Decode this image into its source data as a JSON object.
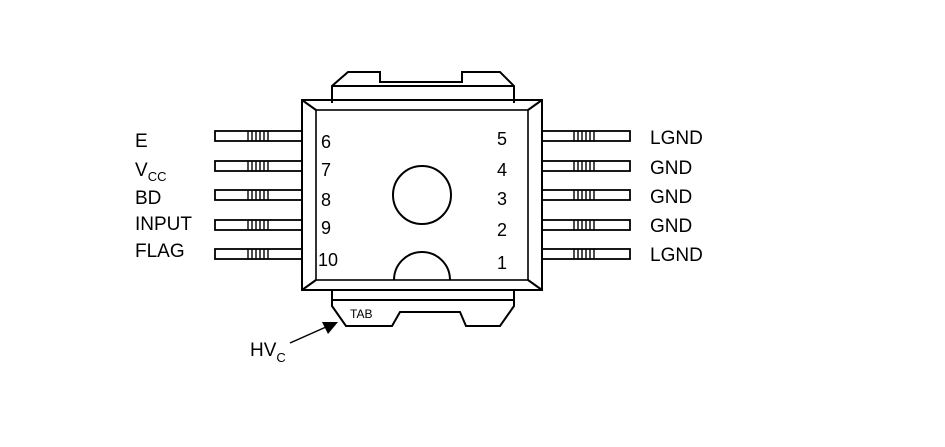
{
  "left_pins": [
    {
      "label": "E",
      "number": "6"
    },
    {
      "label": "V",
      "label_sub": "CC",
      "number": "7"
    },
    {
      "label": "BD",
      "number": "8"
    },
    {
      "label": "INPUT",
      "number": "9"
    },
    {
      "label": "FLAG",
      "number": "10"
    }
  ],
  "right_pins": [
    {
      "label": "LGND",
      "number": "5"
    },
    {
      "label": "GND",
      "number": "4"
    },
    {
      "label": "GND",
      "number": "3"
    },
    {
      "label": "GND",
      "number": "2"
    },
    {
      "label": "LGND",
      "number": "1"
    }
  ],
  "tab_label": "TAB",
  "hvc_label": {
    "main": "HV",
    "sub": "C"
  }
}
